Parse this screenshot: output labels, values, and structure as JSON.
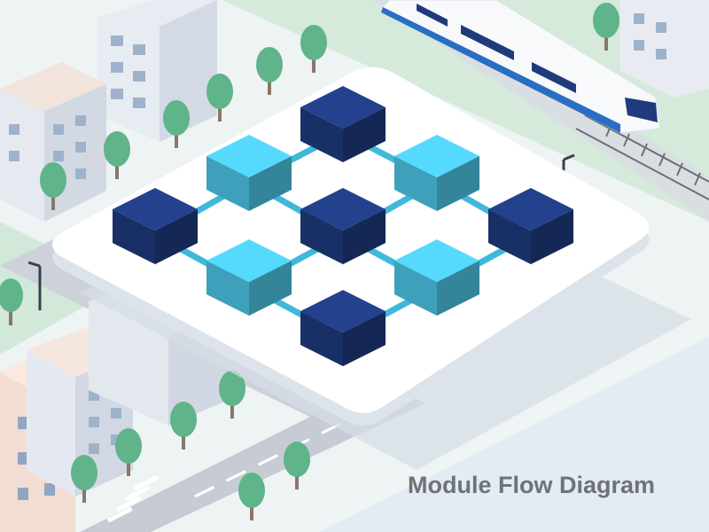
{
  "caption": "Module Flow Diagram",
  "colors": {
    "module_dark": "#1f3a7d",
    "module_light": "#4cc3e3",
    "connector": "#3fb8dc",
    "platform": "#ffffff",
    "ground_green": "#cfe6d8",
    "road": "#c9ced6",
    "water": "#e3ecf2",
    "train": "#f7f9fb",
    "train_stripe": "#2a6ec4"
  },
  "modules": [
    {
      "id": "top",
      "tone": "dark"
    },
    {
      "id": "upper-left",
      "tone": "light"
    },
    {
      "id": "upper-right",
      "tone": "light"
    },
    {
      "id": "left",
      "tone": "dark"
    },
    {
      "id": "center",
      "tone": "dark"
    },
    {
      "id": "right",
      "tone": "dark"
    },
    {
      "id": "lower-left",
      "tone": "light"
    },
    {
      "id": "lower-right",
      "tone": "light"
    },
    {
      "id": "bottom",
      "tone": "dark"
    }
  ],
  "links": [
    [
      "top",
      "upper-left"
    ],
    [
      "top",
      "upper-right"
    ],
    [
      "upper-left",
      "left"
    ],
    [
      "upper-left",
      "center"
    ],
    [
      "upper-right",
      "center"
    ],
    [
      "upper-right",
      "right"
    ],
    [
      "left",
      "lower-left"
    ],
    [
      "center",
      "lower-left"
    ],
    [
      "center",
      "lower-right"
    ],
    [
      "right",
      "lower-right"
    ],
    [
      "lower-left",
      "bottom"
    ],
    [
      "lower-right",
      "bottom"
    ]
  ]
}
